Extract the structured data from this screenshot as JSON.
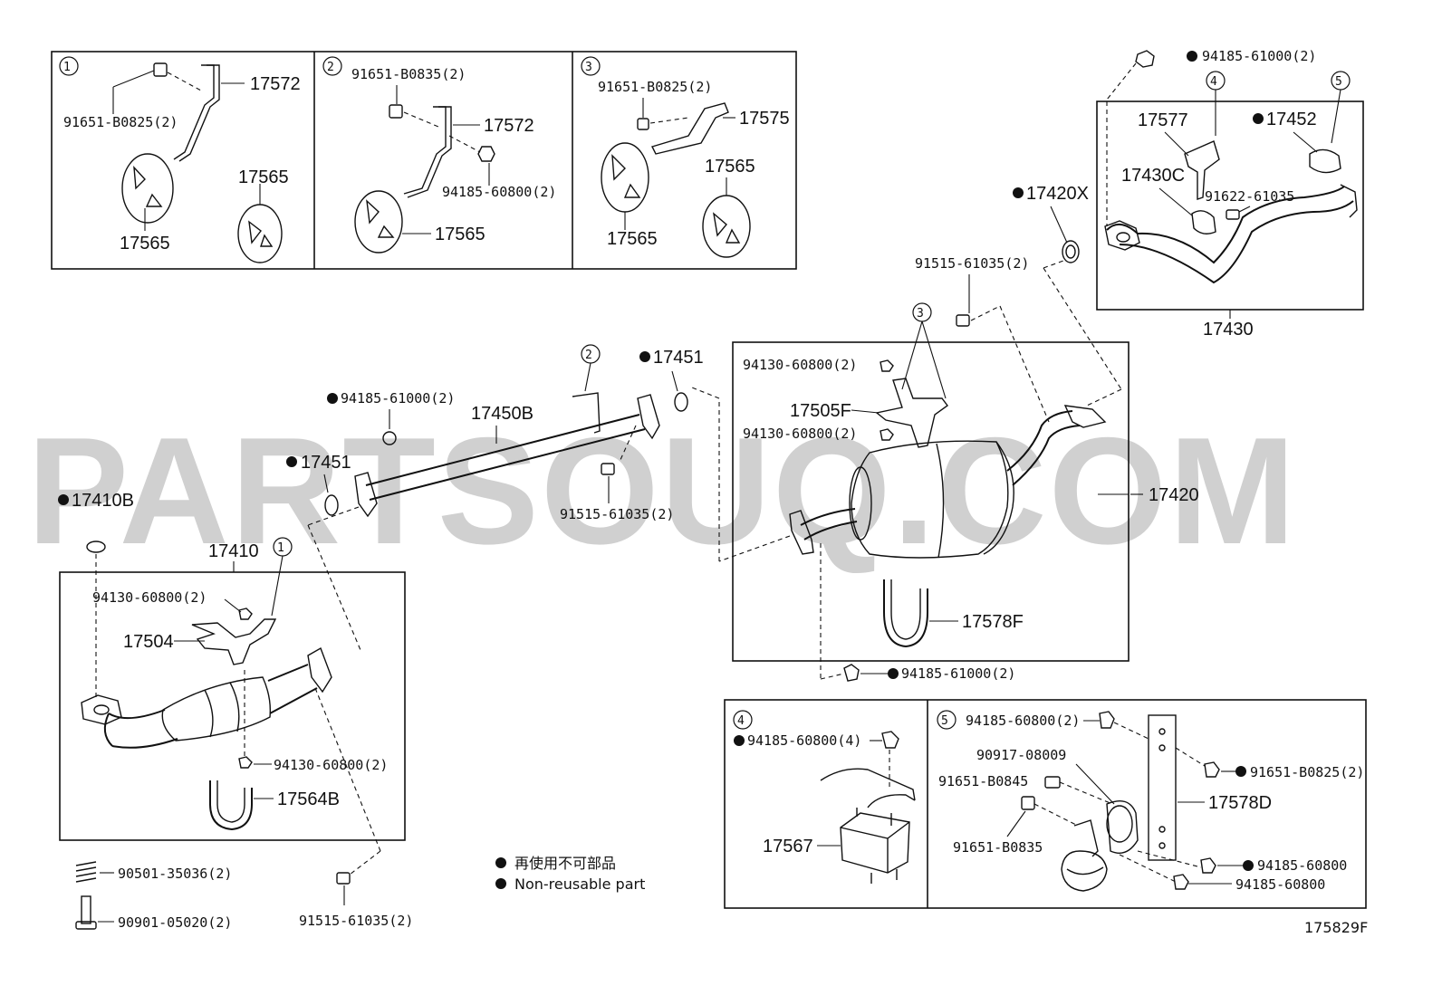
{
  "watermark": "PARTSOUQ.COM",
  "drawing_id": "175829F",
  "legend": {
    "jp": "再使用不可部品",
    "en": "Non-reusable part"
  },
  "callouts": [
    "1",
    "2",
    "3",
    "4",
    "5"
  ],
  "detail1": {
    "bolt": "91651-B0825(2)",
    "bracket": "17572",
    "hanger_a": "17565",
    "hanger_b": "17565"
  },
  "detail2": {
    "bolt": "91651-B0835(2)",
    "bracket": "17572",
    "nut": "94185-60800(2)",
    "hanger": "17565"
  },
  "detail3": {
    "bolt": "91651-B0825(2)",
    "bracket": "17575",
    "hanger_a": "17565",
    "hanger_b": "17565"
  },
  "tail": {
    "nut": "94185-61000(2)",
    "bracket": "17577",
    "clamp": "17452",
    "hanger": "17430C",
    "bolt": "91622-61035",
    "pipe": "17430",
    "gasket": "17420X",
    "bolt2": "91515-61035(2)"
  },
  "muffler": {
    "assembly": "17420",
    "nut_a": "94130-60800(2)",
    "bracket": "17505F",
    "nut_b": "94130-60800(2)",
    "gasket": "17451",
    "ubolt": "17578F",
    "nut_c": "94185-61000(2)"
  },
  "center": {
    "nut": "94185-61000(2)",
    "pipe": "17450B",
    "gasket_a": "17451",
    "bolt": "91515-61035(2)"
  },
  "front": {
    "gasket": "17410B",
    "assembly": "17410",
    "nut_a": "94130-60800(2)",
    "bracket": "17504",
    "nut_b": "94130-60800(2)",
    "ubolt": "17564B",
    "spring": "90501-35036(2)",
    "bolt": "90901-05020(2)",
    "bolt2": "91515-61035(2)"
  },
  "detail4": {
    "nut": "94185-60800(4)",
    "mount": "17567"
  },
  "detail5": {
    "nut": "94185-60800(2)",
    "hanger": "90917-08009",
    "bolt_a": "91651-B0845",
    "bolt_b": "91651-B0835",
    "bolt_c": "91651-B0825(2)",
    "bracket": "17578D",
    "nut_b": "94185-60800",
    "nut_c": "94185-60800"
  }
}
